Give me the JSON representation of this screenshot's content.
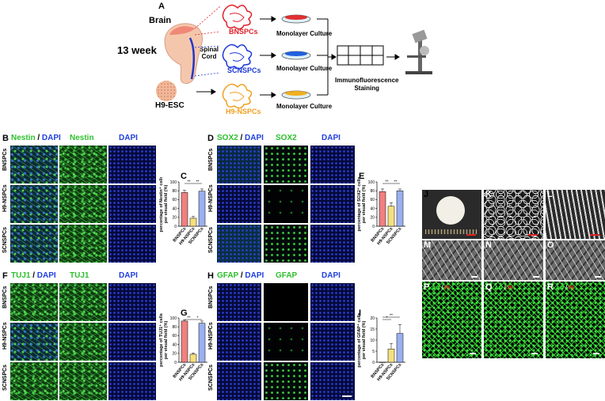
{
  "panels": {
    "A": {
      "letter": "A",
      "brain": "Brain",
      "age": "13 week",
      "spinal": "Spinal\nCord",
      "h9esc": "H9-ESC",
      "bnspcs": "BNSPCs",
      "scnspcs": "SCNSPCs",
      "h9nspcs": "H9-NSPCs",
      "mono": "Monolayer Culture",
      "ifs": "Immunofluorescence\nStaining",
      "colors": {
        "bnspcs": "#e0202a",
        "scnspcs": "#1c38d6",
        "h9nspcs": "#f0a020"
      }
    },
    "B": {
      "letter": "B",
      "merge_a": "Nestin",
      "merge_sep": " / ",
      "merge_b": "DAPI",
      "marker": "Nestin",
      "dapi": "DAPI",
      "rows": [
        "BNSPCs",
        "H9-NSPCs",
        "SCNSPCs"
      ]
    },
    "D": {
      "letter": "D",
      "merge_a": "SOX2",
      "merge_sep": " / ",
      "merge_b": "DAPI",
      "marker": "SOX2",
      "dapi": "DAPI",
      "rows": [
        "BNSPCs",
        "H9-NSPCs",
        "SCNSPCs"
      ]
    },
    "F": {
      "letter": "F",
      "merge_a": "TUJ1",
      "merge_sep": " / ",
      "merge_b": "DAPI",
      "marker": "TUJ1",
      "dapi": "DAPI",
      "rows": [
        "BNSPCs",
        "H9-NSPCs",
        "SCNSPCs"
      ]
    },
    "H": {
      "letter": "H",
      "merge_a": "GFAP",
      "merge_sep": " / ",
      "merge_b": "DAPI",
      "marker": "GFAP",
      "dapi": "DAPI",
      "rows": [
        "BNSPCs",
        "H9-NSPCs",
        "SCNSPCs"
      ]
    },
    "right": {
      "letters": [
        "J",
        "K",
        "L",
        "M",
        "N",
        "O",
        "P",
        "Q",
        "R"
      ],
      "ao": "AO",
      "sep": " / ",
      "pi": "PI"
    }
  },
  "chart_data": [
    {
      "type": "bar",
      "letter": "C",
      "categories": [
        "BNSPCs",
        "H9-NSPCs",
        "SCNSPCs"
      ],
      "values": [
        76,
        18,
        79
      ],
      "errors": [
        5,
        4,
        5
      ],
      "ylabel": "percentage of Nestin⁺ cells\nper visual field (%)",
      "yticks": [
        0,
        20,
        40,
        60,
        80,
        100
      ],
      "ylim": [
        0,
        100
      ],
      "sig": [
        {
          "from": 0,
          "to": 1,
          "label": "**"
        },
        {
          "from": 1,
          "to": 2,
          "label": "**"
        }
      ],
      "colors": [
        "#f08080",
        "#f5e080",
        "#9ab0f0"
      ]
    },
    {
      "type": "bar",
      "letter": "E",
      "categories": [
        "BNSPCs",
        "H9-NSPCs",
        "SCNSPCs"
      ],
      "values": [
        78,
        45,
        80
      ],
      "errors": [
        6,
        8,
        4
      ],
      "ylabel": "percentage of SOX2⁺ cells\nper visual field (%)",
      "yticks": [
        0,
        20,
        40,
        60,
        80,
        100
      ],
      "ylim": [
        0,
        100
      ],
      "sig": [
        {
          "from": 0,
          "to": 1,
          "label": "**"
        },
        {
          "from": 1,
          "to": 2,
          "label": "**"
        }
      ],
      "colors": [
        "#f08080",
        "#f5e080",
        "#9ab0f0"
      ]
    },
    {
      "type": "bar",
      "letter": "G",
      "categories": [
        "BNSPCs",
        "H9-NSPCs",
        "SCNSPCs"
      ],
      "values": [
        93,
        18,
        88
      ],
      "errors": [
        3,
        3,
        5
      ],
      "ylabel": "percentage of TUJ1⁺ cells\nper visual field (%)",
      "yticks": [
        0,
        20,
        40,
        60,
        80,
        100
      ],
      "ylim": [
        0,
        100
      ],
      "sig": [
        {
          "from": 0,
          "to": 1,
          "label": "**"
        },
        {
          "from": 1,
          "to": 2,
          "label": "*"
        }
      ],
      "colors": [
        "#f08080",
        "#f5e080",
        "#9ab0f0"
      ]
    },
    {
      "type": "bar",
      "letter": "I",
      "categories": [
        "BNSPCs",
        "H9-NSPCs",
        "SCNSPCs"
      ],
      "values": [
        0,
        6,
        13
      ],
      "errors": [
        0,
        2.5,
        4
      ],
      "ylabel": "percentage of GFAP⁺ cells\nper visual field (%)",
      "yticks": [
        0,
        5,
        10,
        15,
        20
      ],
      "ylim": [
        0,
        20
      ],
      "sig": [
        {
          "from": 0,
          "to": 1,
          "label": "*"
        },
        {
          "from": 0,
          "to": 2,
          "label": "**"
        }
      ],
      "colors": [
        "#f08080",
        "#f5e080",
        "#9ab0f0"
      ]
    }
  ]
}
